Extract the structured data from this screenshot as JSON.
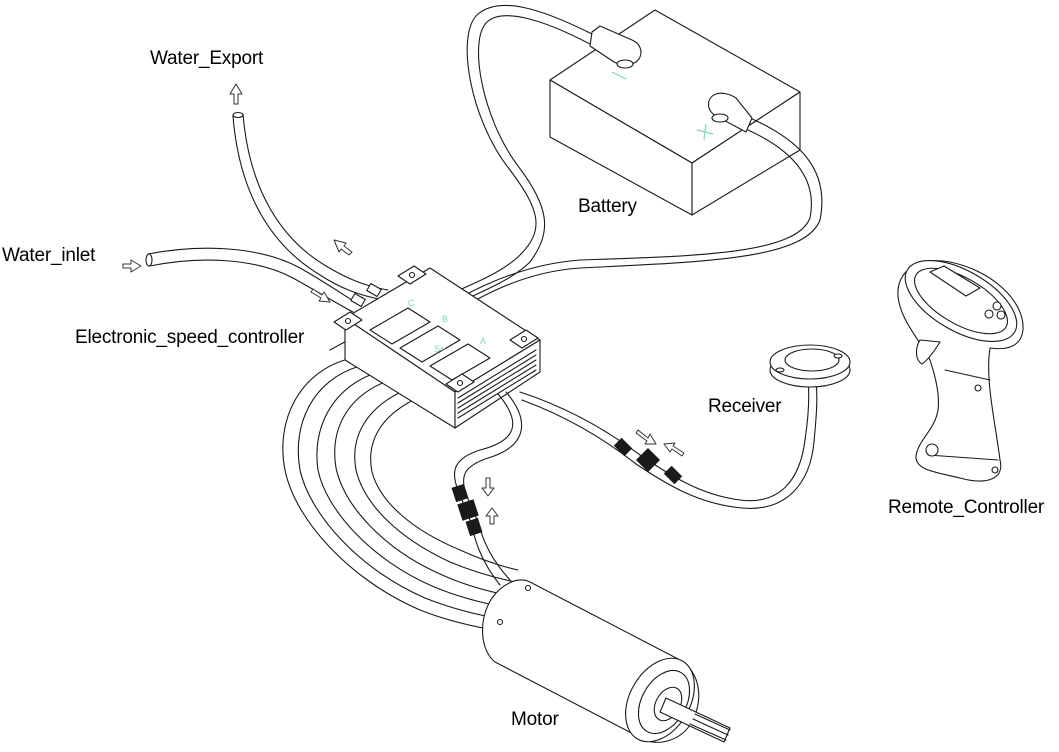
{
  "diagram": {
    "title": "Electric drive system wiring diagram",
    "components": [
      {
        "id": "water_export",
        "label": "Water_Export"
      },
      {
        "id": "water_inlet",
        "label": "Water_inlet"
      },
      {
        "id": "esc",
        "label": "Electronic_speed_controller"
      },
      {
        "id": "battery",
        "label": "Battery"
      },
      {
        "id": "receiver",
        "label": "Receiver"
      },
      {
        "id": "remote",
        "label": "Remote_Controller"
      },
      {
        "id": "motor",
        "label": "Motor"
      }
    ],
    "esc_channel_marks": [
      "C",
      "B",
      "A",
      "S+"
    ],
    "battery_terminal_marks": [
      "-",
      "+"
    ],
    "mark_color": "#7fd6c0",
    "line_color": "#1a1a1a"
  }
}
